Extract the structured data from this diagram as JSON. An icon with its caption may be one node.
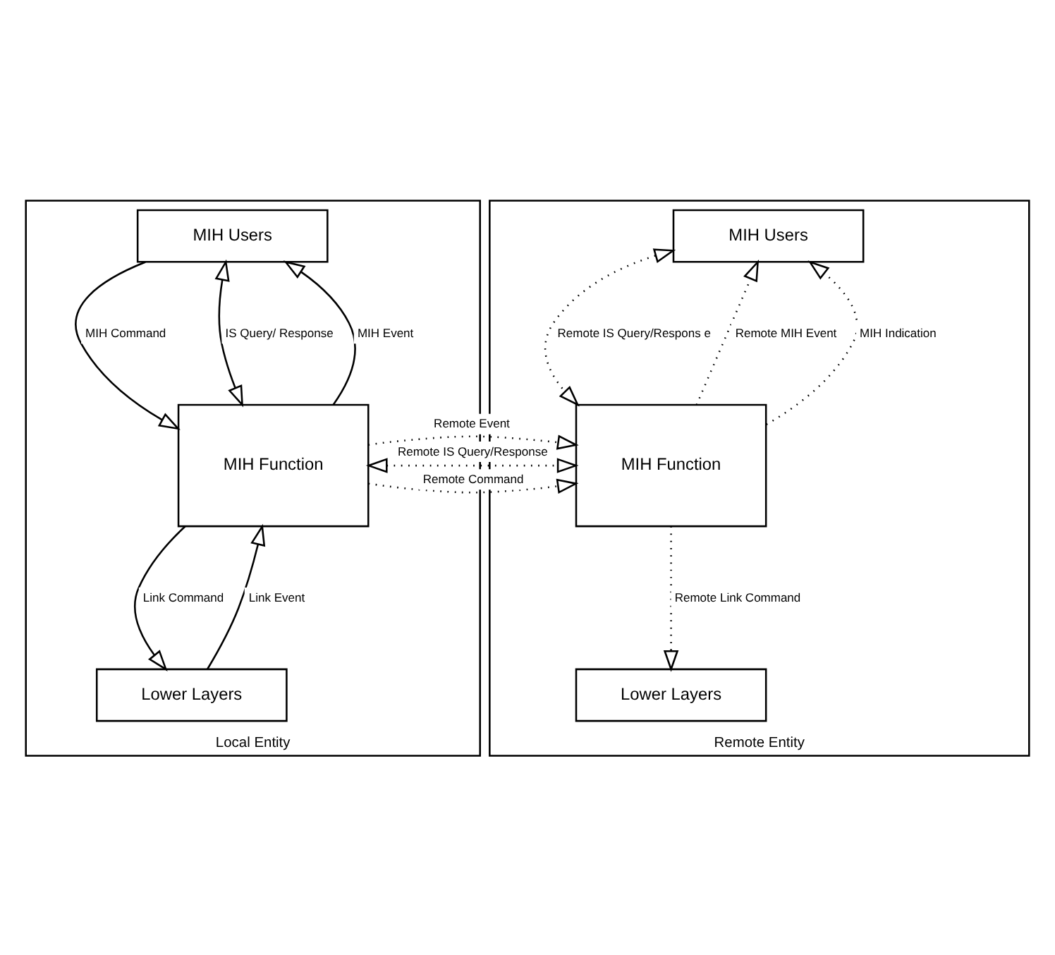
{
  "diagram": {
    "nodes": [
      {
        "text": [
          "Local Entity"
        ]
      },
      {
        "text": [
          "MIH Users"
        ],
        "in": 0
      },
      {
        "text": [
          "MIH Function"
        ],
        "in": 0
      },
      {
        "text": [
          "Lower Layers"
        ],
        "in": 0
      },
      {
        "text": [
          "Remote Entity"
        ]
      },
      {
        "text": [
          "MIH Users"
        ],
        "in": 4
      },
      {
        "text": [
          "MIH Function"
        ],
        "in": 4
      },
      {
        "text": [
          "Lower Layers"
        ],
        "in": 4
      }
    ],
    "edges": [
      {
        "from": 2,
        "to": 1,
        "arrow": "to",
        "label": "MIH Event"
      },
      {
        "from": 1,
        "to": 2,
        "arrow": "to",
        "label": "MIH Command"
      },
      {
        "from": 1,
        "to": 2,
        "arrow": "both",
        "label": "IS Query/ Response"
      },
      {
        "from": 3,
        "to": 2,
        "arrow": "to",
        "label": "Link Event"
      },
      {
        "from": 2,
        "to": 3,
        "arrow": "to",
        "label": "Link Command"
      },
      {
        "from": 2,
        "to": 6,
        "arrow": "both",
        "label": "Remote IS Query/Response",
        "style": "dashed"
      },
      {
        "from": 2,
        "to": 6,
        "arrow": "to",
        "label": "Remote Command",
        "style": "dashed"
      },
      {
        "from": 2,
        "to": 6,
        "arrow": "to",
        "label": "Remote Event",
        "style": "dashed"
      },
      {
        "from": 6,
        "to": 5,
        "arrow": "to",
        "label": "Remote MIH Event",
        "style": "dashed"
      },
      {
        "from": 6,
        "to": 5,
        "arrow": "to",
        "label": "MIH Indication",
        "style": "dashed"
      },
      {
        "from": 5,
        "to": 6,
        "arrow": "both",
        "label": "Remote IS Query/Respons e",
        "style": "dashed"
      },
      {
        "from": 6,
        "to": 7,
        "arrow": "to",
        "label": "Remote Link Command",
        "style": "dashed"
      }
    ]
  }
}
